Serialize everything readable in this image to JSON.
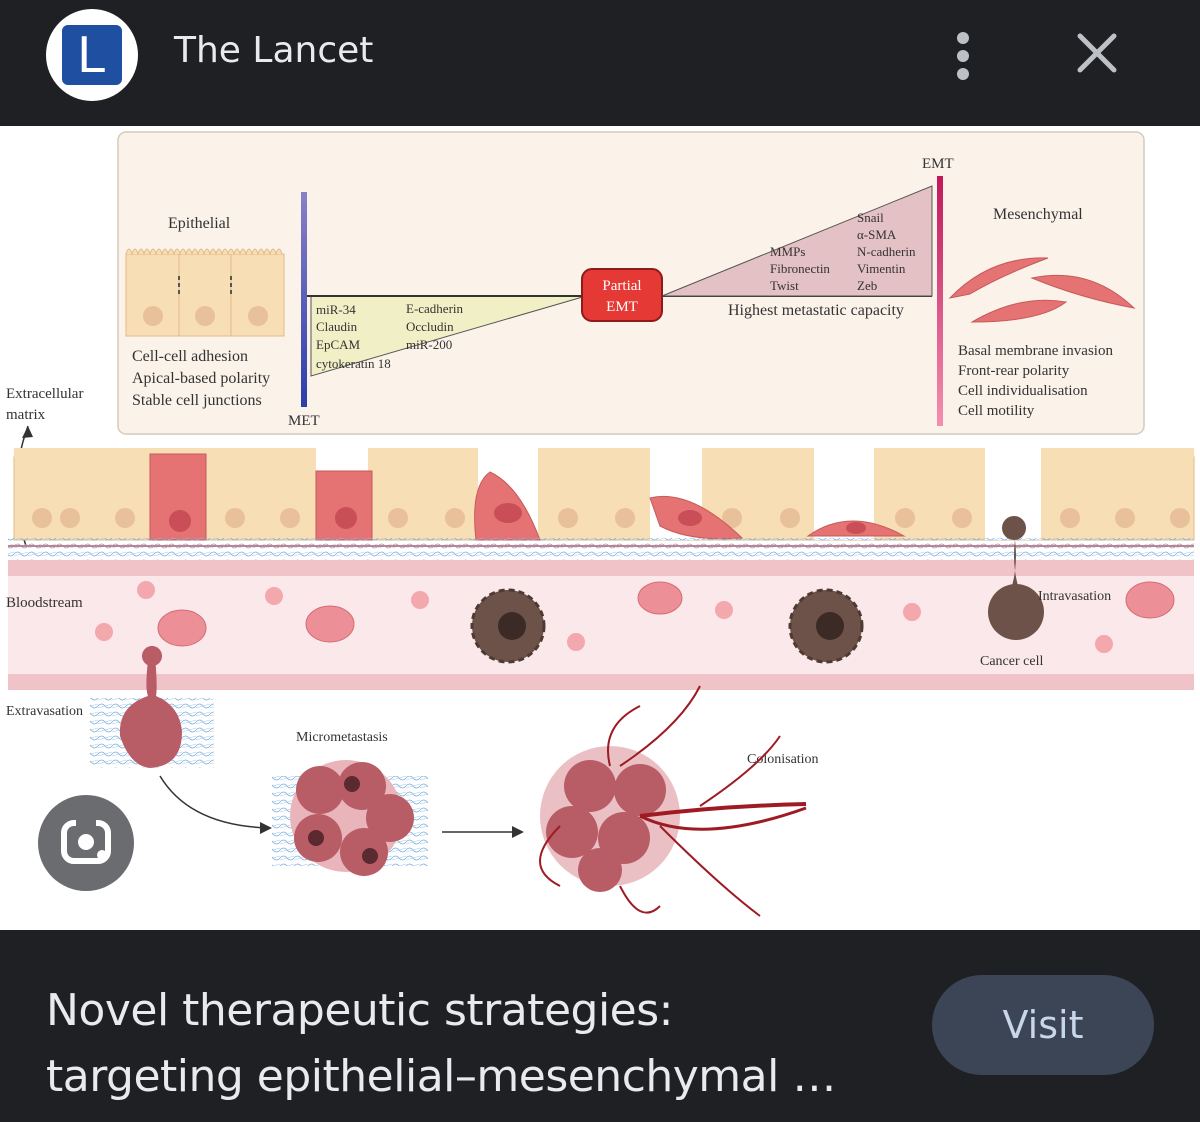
{
  "header": {
    "logo_letter": "L",
    "site_name": "The Lancet",
    "more_icon": "more-vertical-icon",
    "close_icon": "close-icon"
  },
  "figure": {
    "left_labels": {
      "extracellular": "Extracellular",
      "matrix": "matrix",
      "bloodstream": "Bloodstream",
      "extravasation": "Extravasation"
    },
    "epithelial": {
      "title": "Epithelial",
      "features": [
        "Cell-cell adhesion",
        "Apical-based polarity",
        "Stable cell junctions"
      ]
    },
    "met_label": "MET",
    "emt_label": "EMT",
    "partial_emt": [
      "Partial",
      "EMT"
    ],
    "epithelial_markers_col1": [
      "miR-34",
      "Claudin",
      "EpCAM",
      "cytokeratin 18"
    ],
    "epithelial_markers_col2": [
      "E-cadherin",
      "Occludin",
      "miR-200"
    ],
    "mesenchymal_markers_col1": [
      "MMPs",
      "Fibronectin",
      "Twist"
    ],
    "mesenchymal_markers_col2": [
      "Snail",
      "α-SMA",
      "N-cadherin",
      "Vimentin",
      "Zeb"
    ],
    "highest_capacity": "Highest metastatic capacity",
    "mesenchymal": {
      "title": "Mesenchymal",
      "features": [
        "Basal membrane invasion",
        "Front-rear polarity",
        "Cell individualisation",
        "Cell motility"
      ]
    },
    "intravasation": "Intravasation",
    "cancer_cell": "Cancer cell",
    "micrometastasis": "Micrometastasis",
    "colonisation": "Colonisation"
  },
  "lens_icon": "google-lens-icon",
  "result": {
    "title_line1": "Novel therapeutic strategies:",
    "title_line2": "targeting epithelial–mesenchymal …",
    "visit_label": "Visit"
  },
  "colors": {
    "background": "#1f2023",
    "visit_button": "#3c4556",
    "logo_blue": "#1f4fa0"
  }
}
